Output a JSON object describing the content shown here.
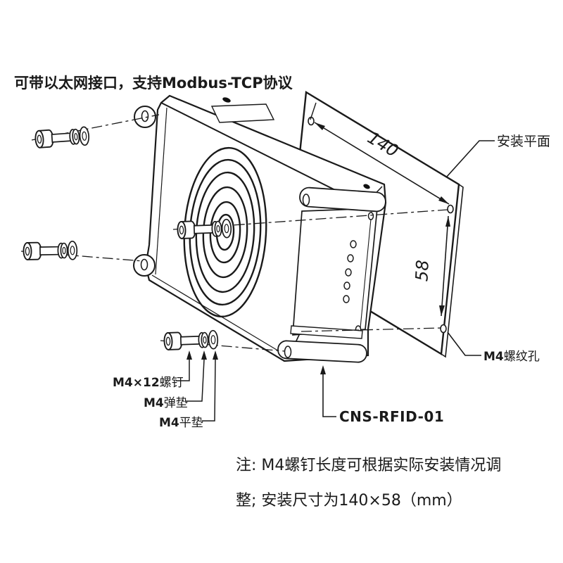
{
  "colors": {
    "line": "#1a1a1a",
    "annotation_red": "#e60012",
    "background": "#ffffff"
  },
  "annotation": {
    "feature_note": "可带以太网接口，支持Modbus-TCP协议"
  },
  "dimensions": {
    "width_mm": "140",
    "height_mm": "58"
  },
  "labels": {
    "mounting_plane": "安装平面",
    "threaded_hole_prefix": "M4",
    "threaded_hole_suffix": "螺纹孔",
    "model": "CNS-RFID-01",
    "screw_prefix": "M4×12",
    "screw_suffix": "螺钉",
    "spring_washer_prefix": "M4",
    "spring_washer_suffix": "弹垫",
    "flat_washer_prefix": "M4",
    "flat_washer_suffix": "平垫"
  },
  "notes": {
    "line1": "注: M4螺钉长度可根据实际安装情况调",
    "line2": "整; 安装尺寸为140×58（mm）"
  }
}
